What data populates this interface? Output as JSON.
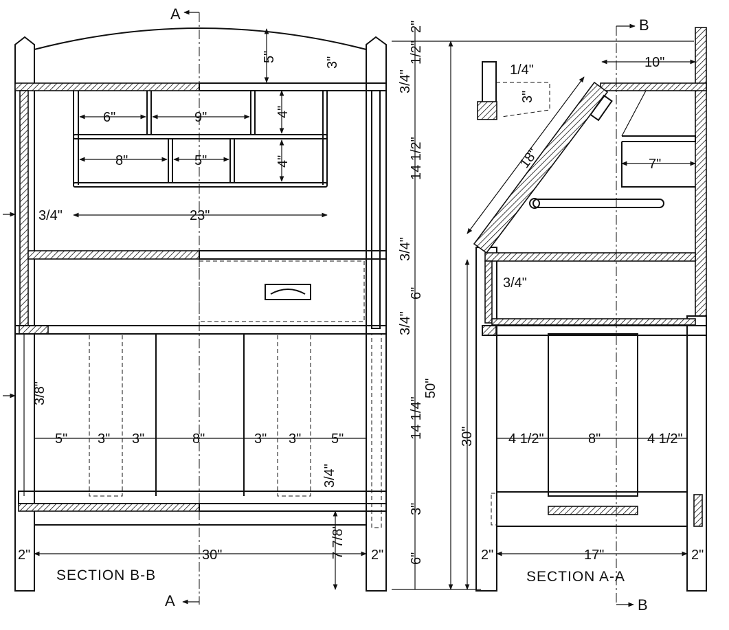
{
  "sections": {
    "left_title": "SECTION B-B",
    "right_title": "SECTION A-A",
    "mark_a": "A",
    "mark_b": "B"
  },
  "dimensions": {
    "total_height": "50\"",
    "height_30": "30\"",
    "arch_5": "5\"",
    "top_2": "2\"",
    "dim_3": "3\"",
    "dim_1_half": "1/2\"",
    "board_3_4": "3/4\"",
    "shelf_14_half": "14 1/2\"",
    "pigeon_6": "6\"",
    "pigeon_9": "9\"",
    "pigeon_4a": "4\"",
    "pigeon_8": "8\"",
    "pigeon_5": "5\"",
    "pigeon_4b": "4\"",
    "width_23": "23\"",
    "drawer_6": "6\"",
    "cupboard_14_quarter": "14 1/4\"",
    "rail_3": "3\"",
    "base_6": "6\"",
    "base_7_7_8": "7 7/8\"",
    "side_3_8": "3/8\"",
    "panel_5a": "5\"",
    "panel_3a": "3\"",
    "panel_3b": "3\"",
    "panel_8": "8\"",
    "panel_3c": "3\"",
    "panel_3d": "3\"",
    "panel_5b": "5\"",
    "post_2a": "2\"",
    "width_30": "30\"",
    "post_2b": "2\"",
    "lid_18": "18\"",
    "top_10": "10\"",
    "shelf_7": "7\"",
    "detail_1_4": "1/4\"",
    "detail_3": "3\"",
    "drawer_3_4": "3/4\"",
    "side_4_half_a": "4 1/2\"",
    "center_8": "8\"",
    "side_4_half_b": "4 1/2\"",
    "post_2c": "2\"",
    "depth_17": "17\"",
    "post_2d": "2\""
  }
}
